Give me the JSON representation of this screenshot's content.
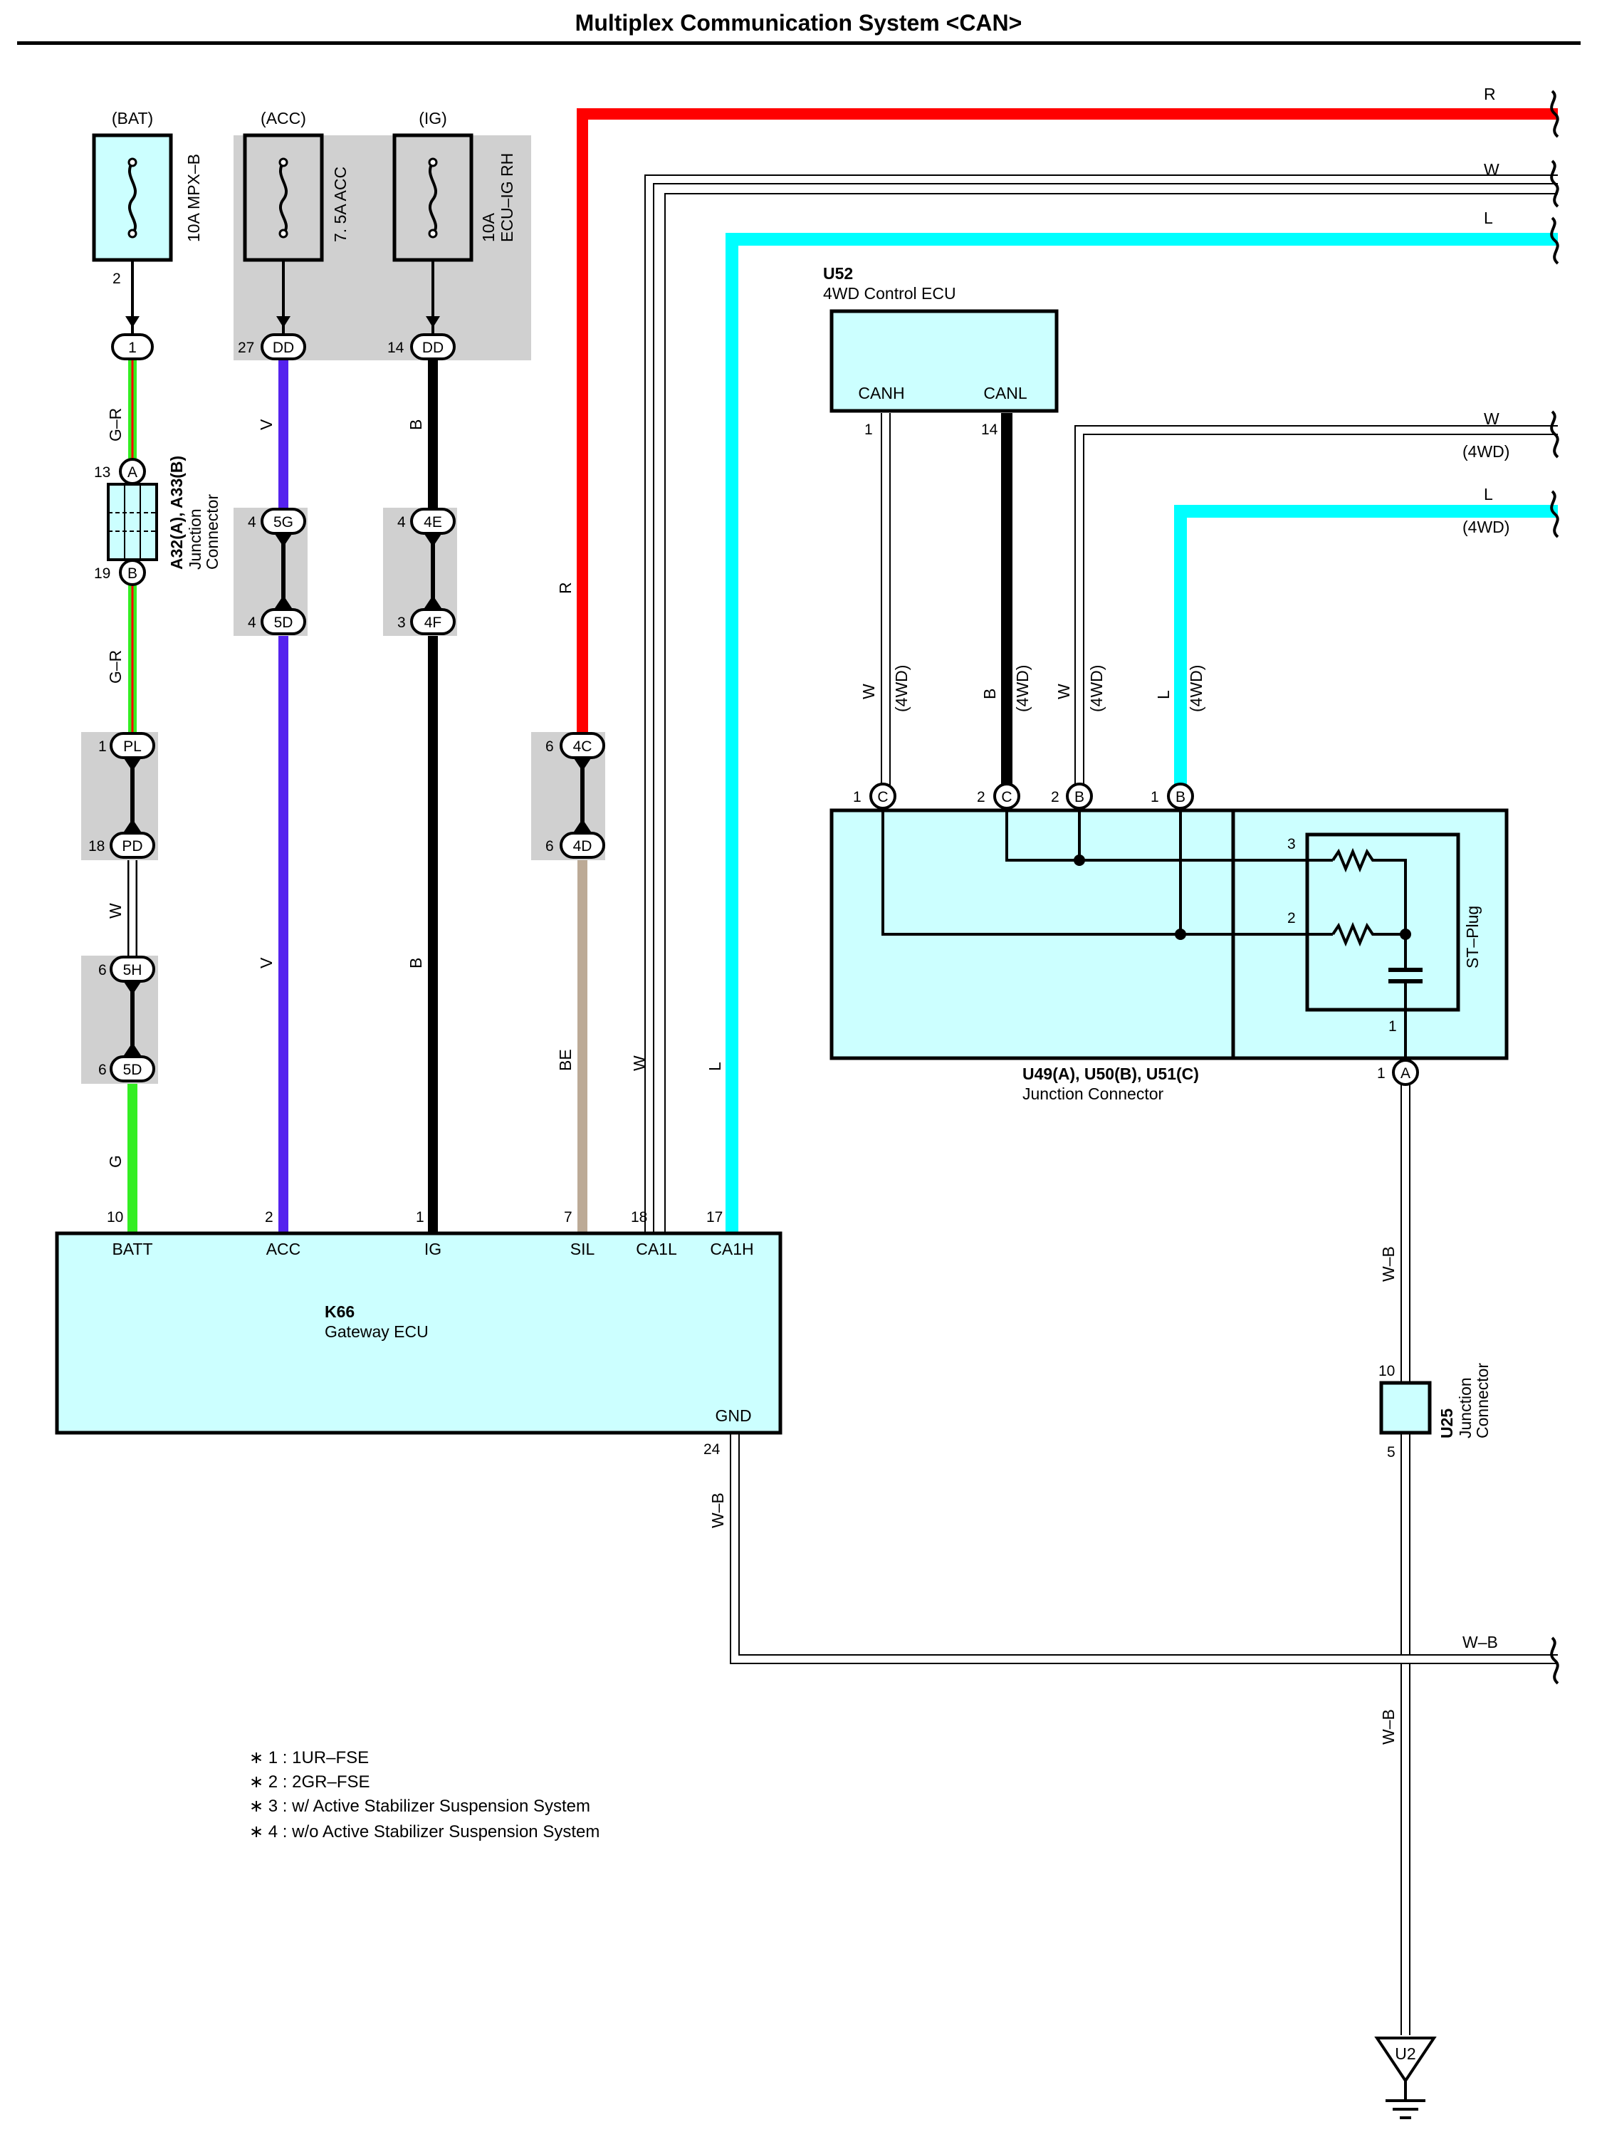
{
  "title": "Multiplex Communication System <CAN>",
  "colors": {
    "R": "#ff0000",
    "W": "#ffffff",
    "L": "#00ffff",
    "V": "#5522ee",
    "B": "#000000",
    "G": "#33ee22",
    "GR": "#33ee22",
    "BE": "#bcaa96",
    "WB": "#ffffff",
    "box_fill": "#ccffff",
    "shade": "#d0d0d0"
  },
  "sources": {
    "bat": "(BAT)",
    "acc": "(ACC)",
    "ig": "(IG)"
  },
  "fuses": {
    "bat": "10A MPX–B",
    "acc": "7. 5A ACC",
    "ig_amp": "10A",
    "ig_name": "ECU–IG RH"
  },
  "connectors": {
    "bat_conn": "1",
    "dd": "DD",
    "a": "A",
    "b": "B",
    "a32": "A32(A), A33(B)",
    "junction": "Junction",
    "connector": "Connector",
    "c5g": "5G",
    "c5d": "5D",
    "c4e": "4E",
    "c4f": "4F",
    "c4c": "4C",
    "c4d": "4D",
    "cpl": "PL",
    "cpd": "PD",
    "c5h": "5H",
    "c5d2": "5D",
    "u49c": "C",
    "u49b": "B",
    "u49a": "A"
  },
  "pins": {
    "p2": "2",
    "p27": "27",
    "p14": "14",
    "p13": "13",
    "p19": "19",
    "p4a": "4",
    "p4b": "4",
    "p4c": "4",
    "p3": "3",
    "p1pl": "1",
    "p18pd": "18",
    "p6h": "6",
    "p6d": "6",
    "p6c": "6",
    "p6dd": "6",
    "k10": "10",
    "k2": "2",
    "k1": "1",
    "k7": "7",
    "k18": "18",
    "k17": "17",
    "k24": "24",
    "u52_1": "1",
    "u52_14": "14",
    "j1c": "1",
    "j2c": "2",
    "j2b": "2",
    "j1b": "1",
    "r3": "3",
    "r2": "2",
    "r1": "1",
    "ja1": "1",
    "u25_10": "10",
    "u25_5": "5"
  },
  "wire_labels": {
    "gr1": "G–R",
    "gr2": "G–R",
    "w": "W",
    "g": "G",
    "v1": "V",
    "v2": "V",
    "b1": "B",
    "b2": "B",
    "r_vert": "R",
    "be": "BE",
    "w_ca": "W",
    "l_ca": "L",
    "r_right": "R",
    "w_right": "W",
    "l_right": "L",
    "w_4wd": "W",
    "l_4wd": "L",
    "fwd": "(4WD)",
    "u_w": "W",
    "u_b": "B",
    "u_w2": "W",
    "u_l": "L",
    "wb1": "W–B",
    "wb2": "W–B",
    "wb3": "W–B",
    "wb4": "W–B"
  },
  "k66": {
    "id": "K66",
    "name": "Gateway ECU",
    "batt": "BATT",
    "acc": "ACC",
    "ig": "IG",
    "sil": "SIL",
    "ca1l": "CA1L",
    "ca1h": "CA1H",
    "gnd": "GND"
  },
  "u52": {
    "id": "U52",
    "name": "4WD Control ECU",
    "canh": "CANH",
    "canl": "CANL"
  },
  "junction": {
    "ids": "U49(A), U50(B), U51(C)",
    "name": "Junction Connector",
    "st_plug": "ST–Plug"
  },
  "u25": {
    "id": "U25",
    "line1": "Junction",
    "line2": "Connector"
  },
  "ground": "U2",
  "notes": [
    "∗ 1 : 1UR–FSE",
    "∗ 2 : 2GR–FSE",
    "∗ 3 : w/ Active Stabilizer Suspension System",
    "∗ 4 : w/o Active Stabilizer Suspension System"
  ]
}
